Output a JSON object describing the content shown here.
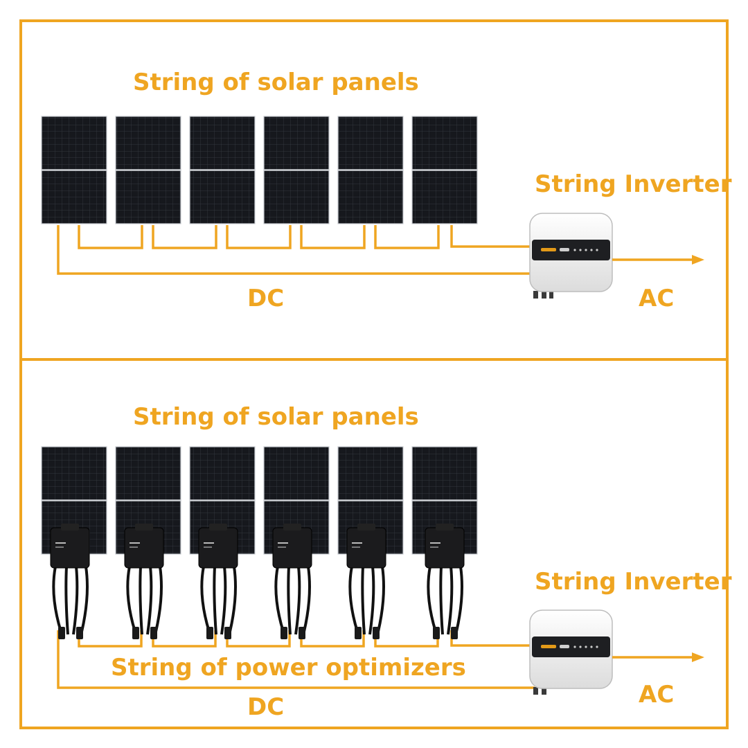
{
  "top_section": {
    "panels_label": "String of solar panels",
    "inverter_label": "String Inverter",
    "dc_label": "DC",
    "ac_label": "AC"
  },
  "bottom_section": {
    "panels_label": "String of solar panels",
    "inverter_label": "String Inverter",
    "optimizers_label": "String of power optimizers",
    "dc_label": "DC",
    "ac_label": "AC"
  },
  "colors": {
    "accent": "#EFA521",
    "panel": "#15171c",
    "inverter_body": "#f3f3f3",
    "inverter_display": "#1e1f22"
  },
  "icons": [
    "solar-panel-icon",
    "power-optimizer-icon",
    "string-inverter-icon",
    "arrow-right-icon"
  ]
}
